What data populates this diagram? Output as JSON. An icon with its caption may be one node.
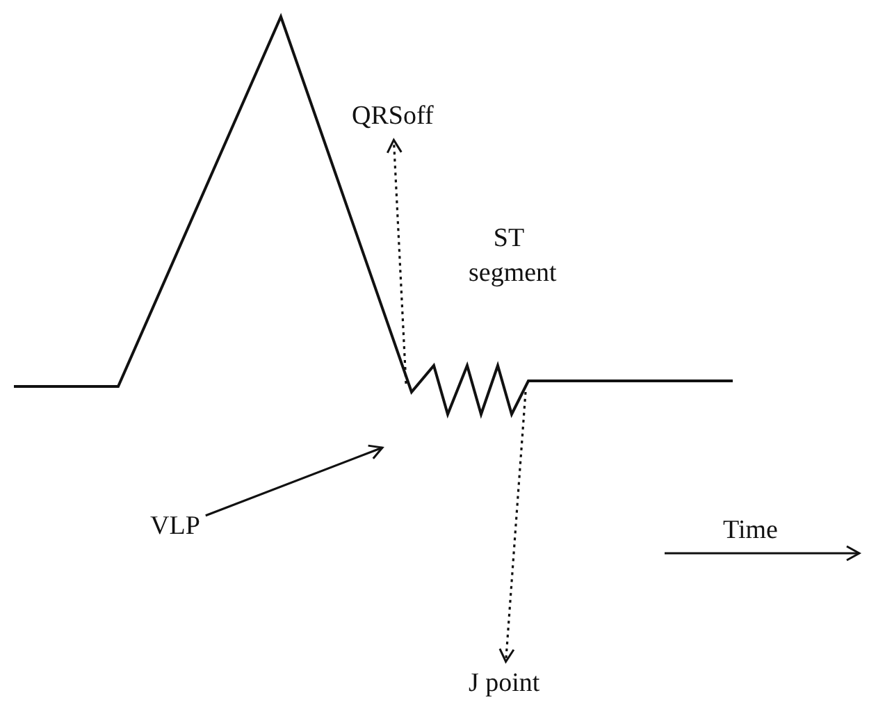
{
  "diagram": {
    "nodes": [
      {
        "text": [
          "QRSoff"
        ]
      },
      {
        "text": [
          "VLP"
        ]
      },
      {
        "text": [
          "J point"
        ]
      }
    ],
    "edges": [
      {
        "from": null,
        "to": 0,
        "arrow": "to",
        "style": "dashed"
      },
      {
        "from": null,
        "to": 2,
        "arrow": "to",
        "style": "dashed"
      },
      {
        "from": 1,
        "to": null,
        "arrow": "to"
      }
    ],
    "labels": [
      "ST segment",
      "Time"
    ]
  }
}
